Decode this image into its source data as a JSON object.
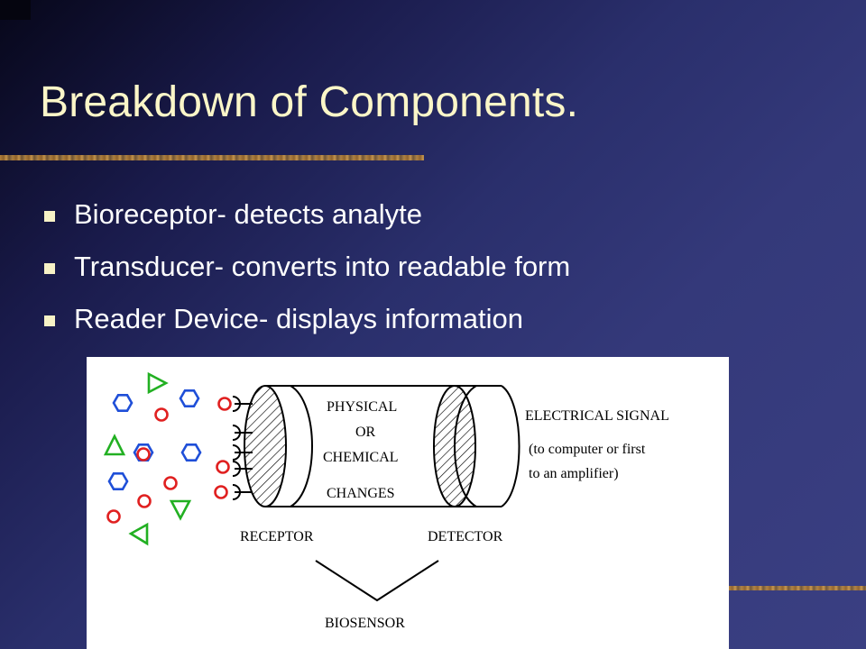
{
  "slide": {
    "title": "Breakdown of Components.",
    "bullets": [
      "Bioreceptor- detects analyte",
      "Transducer- converts into readable form",
      "Reader Device- displays information"
    ]
  },
  "diagram": {
    "center_lines": [
      "PHYSICAL",
      "OR",
      "CHEMICAL",
      "CHANGES"
    ],
    "signal_title": "ELECTRICAL SIGNAL",
    "signal_note_1": "(to computer or first",
    "signal_note_2": "to an amplifier)",
    "receptor_label": "RECEPTOR",
    "detector_label": "DETECTOR",
    "biosensor_label": "BIOSENSOR"
  },
  "colors": {
    "title": "#fbf6c8",
    "bullet_text": "#ffffff",
    "bullet_marker": "#f7f2c6",
    "hexagon": "#1f4fd8",
    "circle": "#e02020",
    "triangle": "#22b022"
  }
}
